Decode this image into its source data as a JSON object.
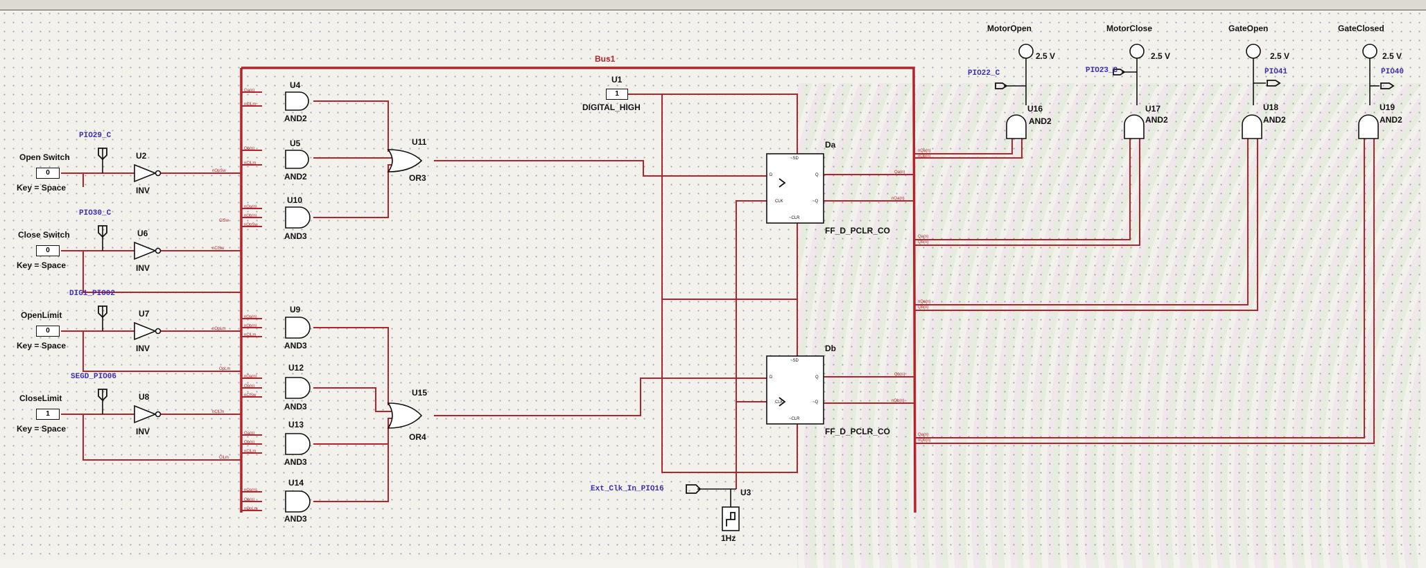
{
  "bus": {
    "label": "Bus1"
  },
  "inputs": [
    {
      "name": "Open Switch",
      "value": "0",
      "key": "Key = Space",
      "pio": "PIO29_C",
      "inverter": "U2",
      "inv_type": "INV"
    },
    {
      "name": "Close Switch",
      "value": "0",
      "key": "Key = Space",
      "pio": "PIO30_C",
      "inverter": "U6",
      "inv_type": "INV"
    },
    {
      "name": "OpenLimit",
      "value": "0",
      "key": "Key = Space",
      "pio": "DIG1_PIO02",
      "inverter": "U7",
      "inv_type": "INV"
    },
    {
      "name": "CloseLimit",
      "value": "1",
      "key": "Key = Space",
      "pio": "SEGD_PIO06",
      "inverter": "U8",
      "inv_type": "INV"
    }
  ],
  "and_gates": [
    {
      "ref": "U4",
      "type": "AND2"
    },
    {
      "ref": "U5",
      "type": "AND2"
    },
    {
      "ref": "U10",
      "type": "AND3"
    },
    {
      "ref": "U9",
      "type": "AND3"
    },
    {
      "ref": "U12",
      "type": "AND3"
    },
    {
      "ref": "U13",
      "type": "AND3"
    },
    {
      "ref": "U14",
      "type": "AND3"
    }
  ],
  "or_gates": [
    {
      "ref": "U11",
      "type": "OR3"
    },
    {
      "ref": "U15",
      "type": "OR4"
    }
  ],
  "high": {
    "ref": "U1",
    "value": "1",
    "type": "DIGITAL_HIGH"
  },
  "flipflops": [
    {
      "ref": "Da",
      "type": "FF_D_PCLR_CO",
      "pins": {
        "set": "~SD",
        "d": "D",
        "q": "Q",
        "clk": "CLK",
        "qn": "~Q",
        "clr": "~CLR"
      }
    },
    {
      "ref": "Db",
      "type": "FF_D_PCLR_CO",
      "pins": {
        "set": "~SD",
        "d": "D",
        "q": "Q",
        "clk": "CLK",
        "qn": "~Q",
        "clr": "~CLR"
      }
    }
  ],
  "clock": {
    "pio": "Ext_Clk_In_PIO16",
    "ref": "U3",
    "freq": "1Hz"
  },
  "outputs": [
    {
      "name": "MotorOpen",
      "voltage": "2.5 V",
      "pio": "PIO22_C",
      "gate": "U16",
      "type": "AND2"
    },
    {
      "name": "MotorClose",
      "voltage": "2.5 V",
      "pio": "PIO23_C",
      "gate": "U17",
      "type": "AND2"
    },
    {
      "name": "GateOpen",
      "voltage": "2.5 V",
      "pio": "PIO41",
      "gate": "U18",
      "type": "AND2"
    },
    {
      "name": "GateClosed",
      "voltage": "2.5 V",
      "pio": "PIO40",
      "gate": "U19",
      "type": "AND2"
    }
  ],
  "net_labels": {
    "in1": "nOpSw",
    "in2": "nClSw",
    "in3": "nOpLm",
    "in4": "nClLm",
    "raw1": "ClSw",
    "raw2": "OpLm",
    "raw3": "ClLm",
    "u4": [
      "Qa(n)",
      "nClLm"
    ],
    "u5": [
      "Qb(n)",
      "nClLm"
    ],
    "u10": [
      "nQa(n)",
      "nQb(n)",
      "nOpSw"
    ],
    "u9": [
      "nQa(n)",
      "nQb(n)",
      "nClLm"
    ],
    "u12": [
      "nQa(n)",
      "Qb(n)",
      "nClSw"
    ],
    "u13": [
      "Qa(n)",
      "Qb(n)",
      "nClLm"
    ],
    "u14": [
      "nQa(n)",
      "Qb(n)",
      "nOpLm"
    ],
    "da_out": [
      "Qa(n)",
      "nQa(n)"
    ],
    "db_out": [
      "Qb(n)",
      "nQb(n)"
    ],
    "right": [
      "nQa(n)",
      "nQb(n)",
      "Qa(n)",
      "Qb(n)",
      "nQa(n)",
      "Qb(n)",
      "Qa(n)",
      "nQb(n)"
    ]
  }
}
